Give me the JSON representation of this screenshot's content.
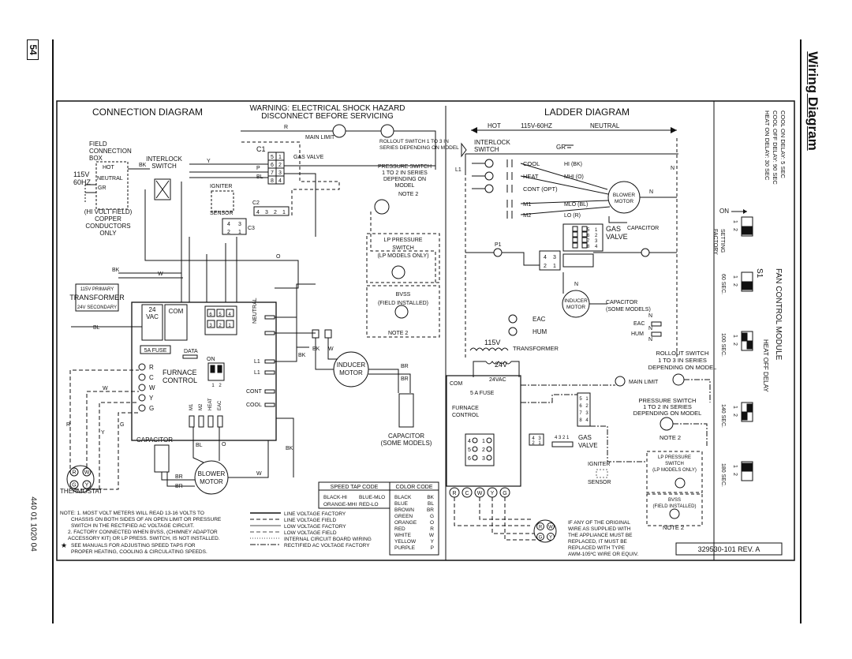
{
  "page": {
    "page_number": "54",
    "section_title": "Wiring Diagram",
    "document_number": "440 01 1020 04"
  },
  "connection": {
    "title": "CONNECTION DIAGRAM",
    "warning_line1": "WARNING:  ELECTRICAL SHOCK HAZARD",
    "warning_line2": "DISCONNECT BEFORE SERVICING",
    "field_box": [
      "FIELD",
      "CONNECTION",
      "BOX"
    ],
    "supply": [
      "115V",
      "60HZ"
    ],
    "terminals": [
      "HOT",
      "NEUTRAL",
      "GR"
    ],
    "field_conductors": [
      "(HI VOLT FIELD)",
      "COPPER",
      "CONDUCTORS",
      "ONLY"
    ],
    "interlock_switch": [
      "INTERLOCK",
      "SWITCH"
    ],
    "main_limit": "MAIN LIMIT",
    "rollout_switch": [
      "ROLLOUT SWITCH 1 TO 3 IN",
      "SERIES DEPENDING ON MODEL"
    ],
    "c1_label": "C1",
    "c1_pins": [
      "5",
      "1",
      "6",
      "2",
      "7",
      "3",
      "8",
      "4"
    ],
    "gas_valve": "GAS VALVE",
    "igniter": "IGNITER",
    "sensor": "SENSOR",
    "c2_label": "C2",
    "c2_pins": [
      "4",
      "3",
      "2",
      "1"
    ],
    "c3_label": "C3",
    "c3_pins": [
      "4",
      "3",
      "2",
      "1"
    ],
    "pressure_switch": [
      "PRESSURE SWITCH",
      "1 TO 2 IN SERIES",
      "DEPENDING ON",
      "MODEL"
    ],
    "note2": "NOTE 2",
    "lp_pressure": [
      "LP PRESSURE",
      "SWITCH",
      "(LP MODELS ONLY)"
    ],
    "bvss": [
      "BVSS",
      "(FIELD INSTALLED)"
    ],
    "transformer": [
      "115V PRIMARY",
      "TRANSFORMER",
      "24V SECONDARY"
    ],
    "furnace_control": {
      "vac_24": [
        "24",
        "VAC"
      ],
      "com": "COM",
      "fuse": "5A FUSE",
      "data": "DATA",
      "on": "ON",
      "switch_pins": [
        "1",
        "2"
      ],
      "connector_pins": [
        "6",
        "5",
        "4",
        "3",
        "2",
        "1"
      ],
      "label": [
        "FURNACE",
        "CONTROL"
      ],
      "thermostat_terms": [
        "R",
        "C",
        "W",
        "Y",
        "G"
      ],
      "neutral": "NEUTRAL",
      "l1": "L1",
      "cont": "CONT",
      "cool": "COOL",
      "taps": [
        "M1",
        "M2",
        "HEAT",
        "EAC"
      ]
    },
    "inducer_motor": [
      "INDUCER",
      "MOTOR"
    ],
    "capacitor_some": [
      "CAPACITOR",
      "(SOME MODELS)"
    ],
    "capacitor": "CAPACITOR",
    "blower_motor": [
      "BLOWER",
      "MOTOR"
    ],
    "thermostat": "THERMOSTAT",
    "thermostat_terms": [
      "R",
      "W",
      "G",
      "Y"
    ],
    "wire_colors": [
      "R",
      "BK",
      "Y",
      "P",
      "BL",
      "W",
      "BR",
      "O",
      "G"
    ]
  },
  "notes": [
    "NOTE: 1. MOST VOLT METERS WILL READ 13-16 VOLTS TO",
    "CHASSIS ON BOTH SIDES OF AN OPEN LIMIT OR PRESSURE",
    "SWITCH IN THE RECTIFIED AC VOLTAGE CIRCUIT.",
    "2. FACTORY CONNECTED WHEN BVSS, (CHIMNEY ADAPTOR",
    "ACCESSORY KIT) OR LP PRESS. SWITCH, IS NOT INSTALLED."
  ],
  "notes_star": [
    "SEE MANUALS FOR ADJUSTING SPEED TAPS FOR",
    "PROPER HEATING, COOLING & CIRCULATING SPEEDS."
  ],
  "legend": [
    "LINE VOLTAGE FACTORY",
    "LINE VOLTAGE FIELD",
    "LOW VOLTAGE FACTORY",
    "LOW VOLTAGE FIELD",
    "INTERNAL CIRCUIT BOARD WIRING",
    "RECTIFIED AC VOLTAGE FACTORY"
  ],
  "speed_tap": {
    "title": "SPEED TAP CODE",
    "rows": [
      [
        "BLACK-HI",
        "BLUE-MLO"
      ],
      [
        "ORANGE-MHI",
        "RED-LO"
      ]
    ]
  },
  "color_code": {
    "title": "COLOR CODE",
    "rows": [
      [
        "BLACK",
        "BK"
      ],
      [
        "BLUE",
        "BL"
      ],
      [
        "BROWN",
        "BR"
      ],
      [
        "GREEN",
        "G"
      ],
      [
        "ORANGE",
        "O"
      ],
      [
        "RED",
        "R"
      ],
      [
        "WHITE",
        "W"
      ],
      [
        "YELLOW",
        "Y"
      ],
      [
        "PURPLE",
        "P"
      ]
    ]
  },
  "ladder": {
    "title": "LADDER DIAGRAM",
    "hot": "HOT",
    "supply": "115V-60HZ",
    "neutral": "NEUTRAL",
    "interlock": [
      "INTERLOCK",
      "SWITCH"
    ],
    "gr": "GR",
    "l1": "L1",
    "n": "N",
    "relays": [
      "COOL",
      "HEAT",
      "CONT (OPT)",
      "M1",
      "M2"
    ],
    "taps": [
      "HI (BK)",
      "MHI (O)",
      "MLO (BL)",
      "LO (R)"
    ],
    "blower": [
      "BLOWER",
      "MOTOR"
    ],
    "capacitor": "CAPACITOR",
    "gas_valve": [
      "GAS",
      "VALVE"
    ],
    "gas_valve_pins": [
      "5",
      "6",
      "7",
      "8",
      "1",
      "2",
      "3",
      "4"
    ],
    "p1": "P1",
    "inducer": [
      "INDUCER",
      "MOTOR"
    ],
    "capacitor_some": [
      "CAPACITOR",
      "(SOME MODELS)"
    ],
    "eac": "EAC",
    "hum": "HUM",
    "transformer_v": "115V",
    "transformer": "TRANSFORMER",
    "v24": "24V",
    "vac24": "24VAC",
    "com": "COM",
    "fuse": "5 A  FUSE",
    "furnace_control": [
      "FURNACE",
      "CONTROL"
    ],
    "rollout": [
      "ROLLOUT SWITCH",
      "1 TO 3 IN SERIES",
      "DEPENDING ON MODEL"
    ],
    "main_limit": "MAIN LIMIT",
    "pressure": [
      "PRESSURE SWITCH",
      "1 TO 2 IN SERIES",
      "DEPENDING ON MODEL"
    ],
    "note2": "NOTE 2",
    "gas_valve_bottom": [
      "GAS",
      "VALVE"
    ],
    "igniter": "IGNITER",
    "sensor": "SENSOR",
    "lp_pressure": [
      "LP PRESSURE",
      "SWITCH",
      "(LP MODELS ONLY)"
    ],
    "bvss": [
      "BVSS",
      "(FIELD INSTALLED)"
    ],
    "terminals": [
      "R",
      "C",
      "W",
      "Y",
      "G"
    ],
    "thermo_terms": [
      "R",
      "W",
      "G",
      "Y"
    ],
    "replace_note": [
      "IF ANY OF THE ORIGINAL",
      "WIRE AS SUPPLIED WITH",
      "THE APPLIANCE MUST BE",
      "REPLACED, IT MUST BE",
      "REPLACED WITH TYPE",
      "AWM-105ºC WIRE OR EQUIV."
    ],
    "part_number": "329530-101 REV. A",
    "conn_pins": [
      "4",
      "3",
      "2",
      "1"
    ]
  },
  "fan_module": {
    "delays": [
      "COOL ON DELAY: 5 SEC",
      "COOL OFF DELAY: 90 SEC",
      "HEAT ON DELAY: 30 SEC"
    ],
    "on_label": "ON",
    "switch_pins": [
      "1",
      "2"
    ],
    "factory_setting": [
      "FACTORY",
      "SETTING"
    ],
    "s1": "S1",
    "settings": [
      "60 SEC.",
      "100 SEC.",
      "140 SEC.",
      "180 SEC."
    ],
    "module_title": "FAN CONTROL MODULE",
    "heat_off": "HEAT OFF DELAY"
  }
}
